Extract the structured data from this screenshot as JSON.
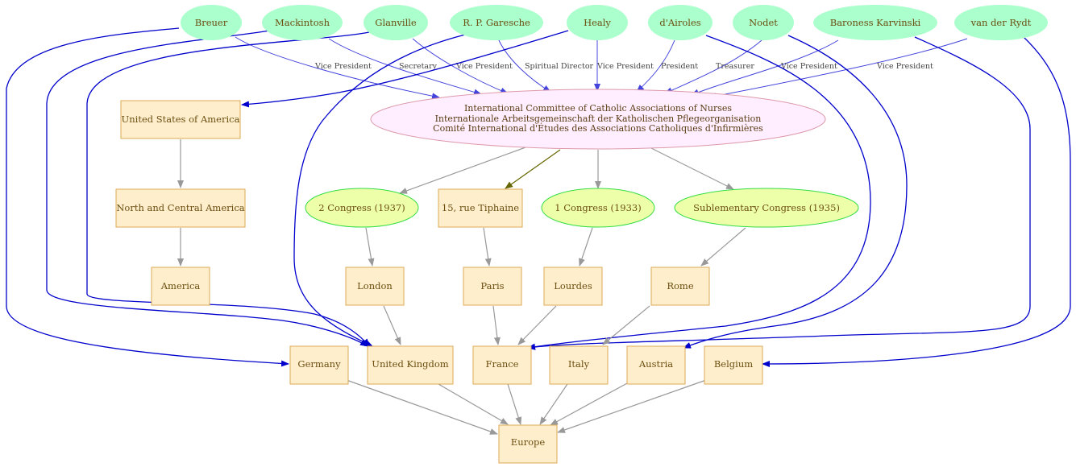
{
  "colors": {
    "person_fill": "#aaffcc",
    "event_fill": "#eeffaa",
    "event_stroke": "#33dd44",
    "center_fill": "#ffeeff",
    "center_stroke": "#dd99aa",
    "box_fill": "#ffeecc",
    "box_stroke": "#ddaa55",
    "role_edge": "#4444dd",
    "membership_edge": "#0000cc",
    "place_edge": "#999999"
  },
  "people": {
    "breuer": "Breuer",
    "mackintosh": "Mackintosh",
    "glanville": "Glanville",
    "garesche": "R. P. Garesche",
    "healy": "Healy",
    "dairoles": "d'Airoles",
    "nodet": "Nodet",
    "karvinski": "Baroness Karvinski",
    "vanderrydt": "van der Rydt"
  },
  "roles": {
    "breuer": "Vice President",
    "mackintosh": "Secretary",
    "glanville": "Vice President",
    "garesche": "Spiritual Director",
    "healy": "Vice President",
    "dairoles": "President",
    "nodet": "Treasurer",
    "karvinski": "Vice President",
    "vanderrydt": "Vice President"
  },
  "organization": {
    "line1": "International Committee of Catholic Associations of Nurses",
    "line2": "Internationale Arbeitsgemeinschaft der Katholischen Pflegeorganisation",
    "line3": "Comité International d'Études des Associations Catholiques d'Infirmières"
  },
  "events": {
    "congress2": "2 Congress (1937)",
    "congress1": "1 Congress (1933)",
    "sublementary": "Sublementary Congress (1935)"
  },
  "places": {
    "usa": "United States of America",
    "ncamerica": "North and Central America",
    "america": "America",
    "tiphaine": "15, rue Tiphaine",
    "london": "London",
    "paris": "Paris",
    "lourdes": "Lourdes",
    "rome": "Rome",
    "germany": "Germany",
    "uk": "United Kingdom",
    "france": "France",
    "italy": "Italy",
    "austria": "Austria",
    "belgium": "Belgium",
    "europe": "Europe"
  }
}
